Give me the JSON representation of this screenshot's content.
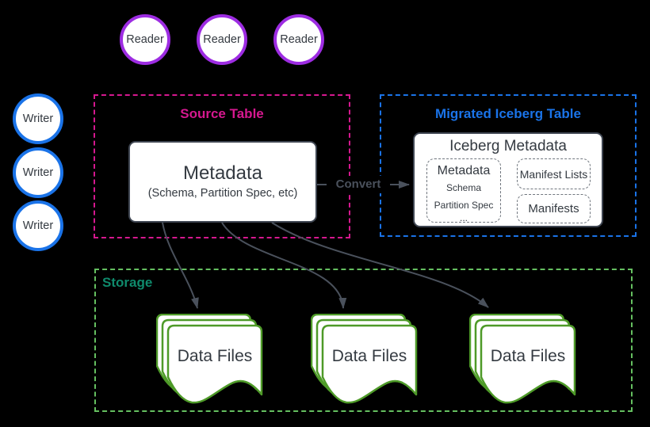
{
  "colors": {
    "background": "#000000",
    "reader_border": "#9d2ce2",
    "writer_border": "#1a73e8",
    "source_border": "#d6188f",
    "migrated_border": "#1a73e8",
    "storage_border": "#65bf60",
    "storage_title": "#0f8a6c",
    "doc_border": "#4e9a28",
    "arrow": "#4a515c",
    "box_border": "#3f4652",
    "text": "#343a41",
    "node_fill": "#ffffff"
  },
  "readers": [
    {
      "label": "Reader"
    },
    {
      "label": "Reader"
    },
    {
      "label": "Reader"
    }
  ],
  "writers": [
    {
      "label": "Writer"
    },
    {
      "label": "Writer"
    },
    {
      "label": "Writer"
    }
  ],
  "source_table": {
    "title": "Source Table",
    "metadata": {
      "title": "Metadata",
      "subtitle": "(Schema, Partition Spec, etc)"
    }
  },
  "convert": {
    "label": "Convert"
  },
  "migrated_table": {
    "title": "Migrated Iceberg Table",
    "iceberg_metadata": {
      "title": "Iceberg Metadata",
      "metadata_box": {
        "title": "Metadata",
        "lines": [
          "Schema",
          "Partition Spec",
          "..."
        ]
      },
      "manifest_lists": "Manifest Lists",
      "manifests": "Manifests"
    }
  },
  "storage": {
    "title": "Storage",
    "stacks": [
      {
        "label": "Data Files"
      },
      {
        "label": "Data Files"
      },
      {
        "label": "Data Files"
      }
    ]
  }
}
